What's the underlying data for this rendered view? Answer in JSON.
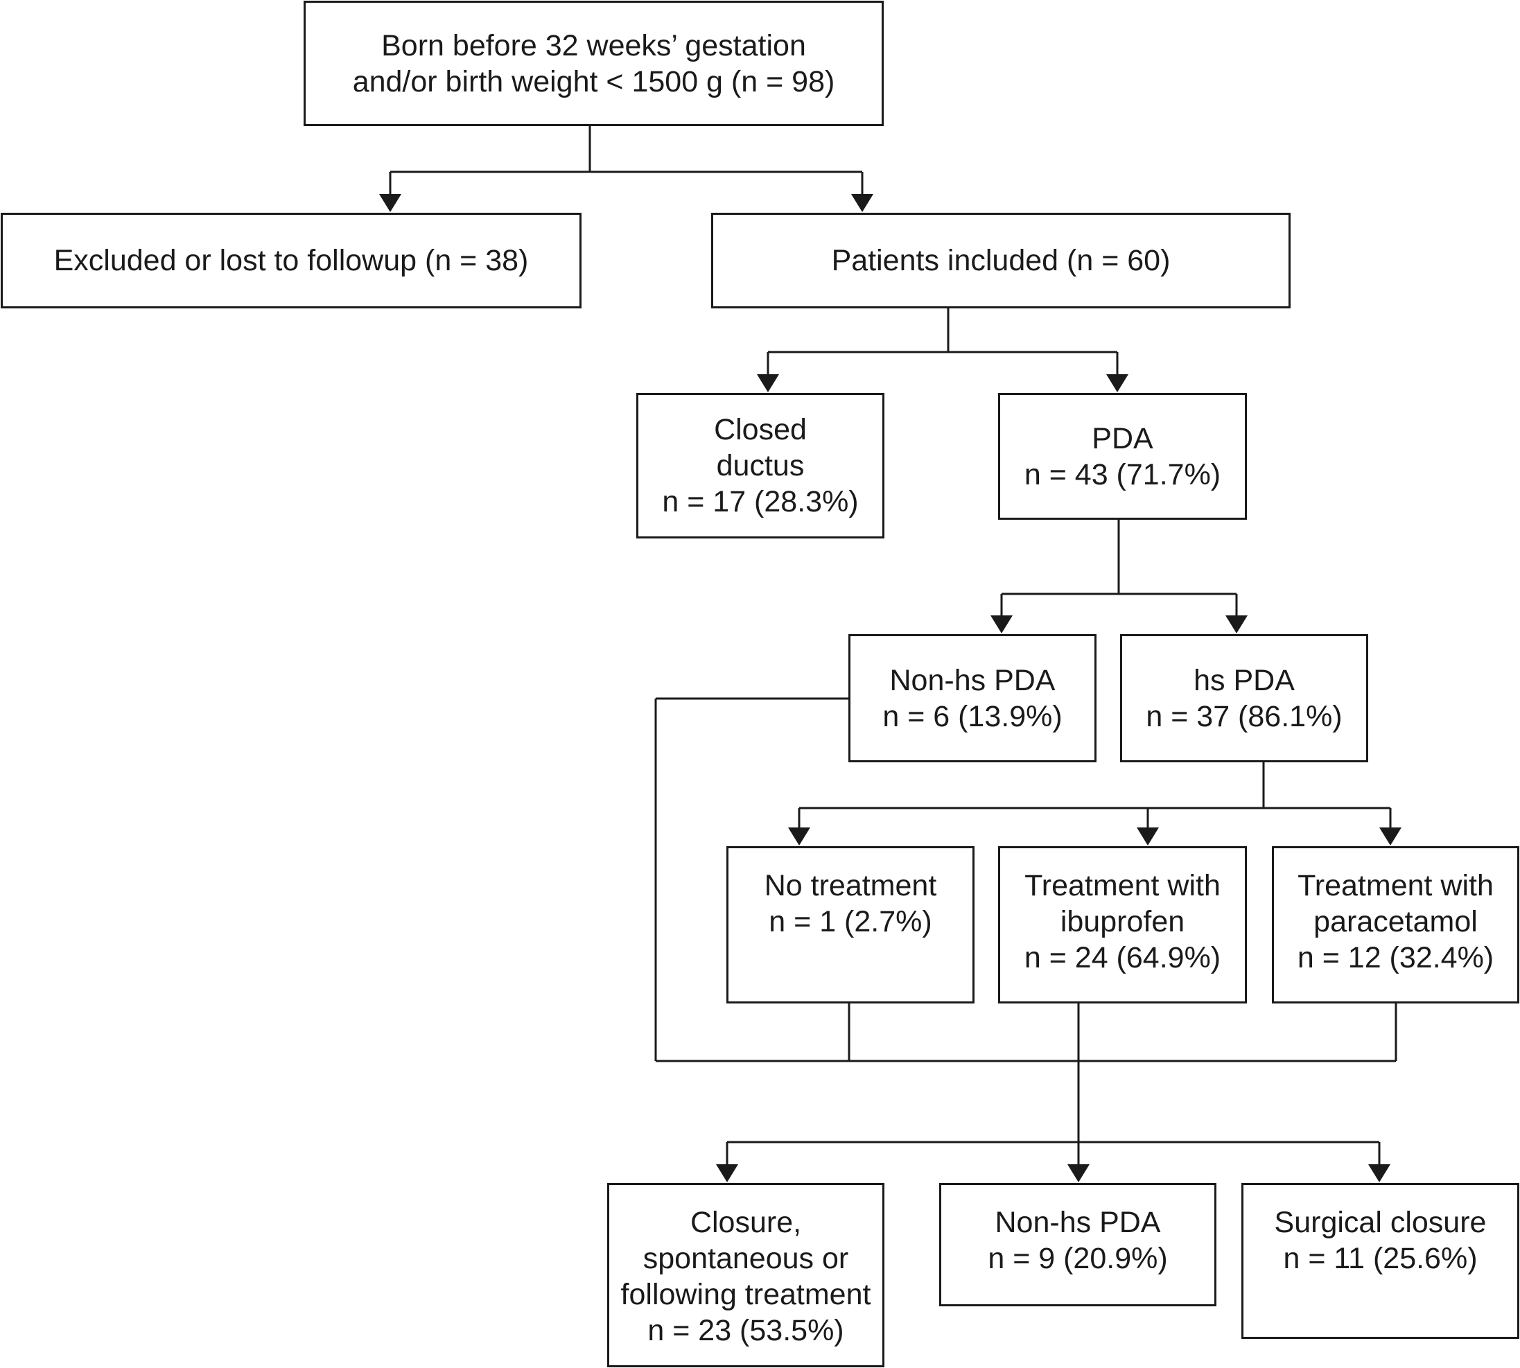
{
  "colors": {
    "line": "#1a1a1a",
    "box_fill": "#ffffff",
    "text": "#1a1a1a"
  },
  "boxes": {
    "born": [
      "Born before 32 weeks’ gestation",
      "and/or birth weight < 1500 g (n = 98)"
    ],
    "excluded": [
      "Excluded or lost to followup (n = 38)"
    ],
    "included": [
      "Patients included (n = 60)"
    ],
    "closed_ductus": [
      "Closed",
      "ductus",
      "n = 17 (28.3%)"
    ],
    "pda": [
      "PDA",
      "n = 43 (71.7%)"
    ],
    "non_hs_pda": [
      "Non-hs PDA",
      "n = 6 (13.9%)"
    ],
    "hs_pda": [
      "hs PDA",
      "n = 37 (86.1%)"
    ],
    "no_treatment": [
      "No treatment",
      "n = 1 (2.7%)"
    ],
    "ibuprofen": [
      "Treatment with",
      "ibuprofen",
      "n = 24 (64.9%)"
    ],
    "paracetamol": [
      "Treatment with",
      "paracetamol",
      "n = 12 (32.4%)"
    ],
    "closure": [
      "Closure,",
      "spontaneous or",
      "following treatment",
      "n = 23 (53.5%)"
    ],
    "outcome_non_hs": [
      "Non-hs PDA",
      "n = 9 (20.9%)"
    ],
    "surgical": [
      "Surgical closure",
      "n = 11 (25.6%)"
    ]
  }
}
